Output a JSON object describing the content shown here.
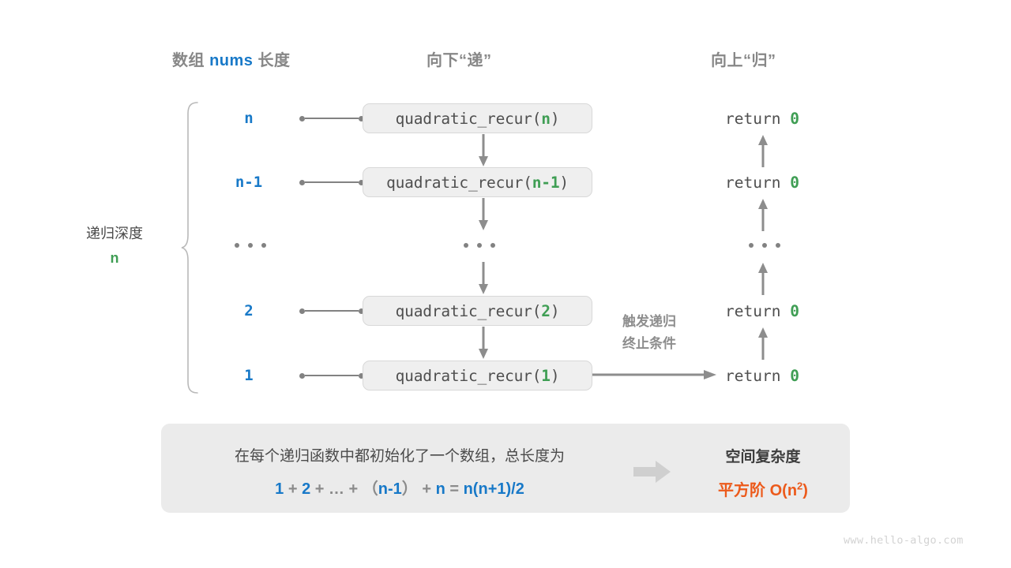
{
  "headers": {
    "left_prefix": "数组 ",
    "left_code": "nums",
    "left_suffix": " 长度",
    "middle": "向下“递”",
    "right": "向上“归”"
  },
  "depth": {
    "label": "递归深度",
    "value": "n"
  },
  "rows": [
    {
      "depth_value": "n",
      "call_prefix": "quadratic_recur(",
      "call_arg": "n",
      "call_suffix": ")",
      "return_prefix": "return ",
      "return_value": "0"
    },
    {
      "depth_value": "n-1",
      "call_prefix": "quadratic_recur(",
      "call_arg": "n-1",
      "call_suffix": ")",
      "return_prefix": "return ",
      "return_value": "0"
    },
    {
      "depth_value": "…",
      "call_prefix": "…",
      "call_arg": "",
      "call_suffix": "",
      "return_prefix": "…",
      "return_value": ""
    },
    {
      "depth_value": "2",
      "call_prefix": "quadratic_recur(",
      "call_arg": "2",
      "call_suffix": ")",
      "return_prefix": "return ",
      "return_value": "0"
    },
    {
      "depth_value": "1",
      "call_prefix": "quadratic_recur(",
      "call_arg": "1",
      "call_suffix": ")",
      "return_prefix": "return ",
      "return_value": "0"
    }
  ],
  "trigger_note": {
    "line1": "触发递归",
    "line2": "终止条件"
  },
  "summary": {
    "text": "在每个递归函数中都初始化了一个数组，总长度为",
    "formula": {
      "t1": "1",
      "o1": " + ",
      "t2": "2",
      "o2": " + ",
      "t3": "…",
      "o3": " + （",
      "t4": "n-1",
      "o4": "） + ",
      "t5": "n",
      "o5": " = ",
      "t6": "n(n+1)/2"
    },
    "result_title": "空间复杂度",
    "result_value_prefix": "平方阶  O(n",
    "result_value_sup": "2",
    "result_value_suffix": ")"
  },
  "watermark": "www.hello-algo.com",
  "colors": {
    "blue": "#1879c8",
    "green": "#3f9e54",
    "orange": "#ec5a1b",
    "gray": "#828282",
    "panel": "#ebebeb",
    "box": "#efefef"
  }
}
